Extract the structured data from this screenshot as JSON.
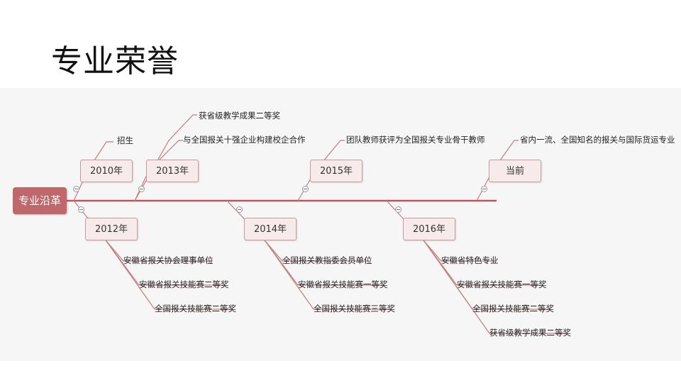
{
  "page": {
    "title": "专业荣誉"
  },
  "diagram": {
    "root": "专业沿革",
    "branches": [
      {
        "year": "2010年",
        "items": [
          "招生"
        ]
      },
      {
        "year": "2012年",
        "items": [
          "安徽省报关协会理事单位",
          "安徽省报关技能赛二等奖",
          "全国报关技能赛二等奖"
        ]
      },
      {
        "year": "2013年",
        "items": [
          "获省级教学成果二等奖",
          "与全国报关十强企业构建校企合作"
        ]
      },
      {
        "year": "2014年",
        "items": [
          "全国报关教指委会员单位",
          "安徽省报关技能赛一等奖",
          "全国报关技能赛三等奖"
        ]
      },
      {
        "year": "2015年",
        "items": [
          "团队教师获评为全国报关专业骨干教师"
        ]
      },
      {
        "year": "2016年",
        "items": [
          "安徽省特色专业",
          "安徽省报关技能赛一等奖",
          "全国报关技能赛二等奖",
          "获省级教学成果二等奖"
        ]
      },
      {
        "year": "当前",
        "items": [
          "省内一流、全国知名的报关与国际货运专业"
        ]
      }
    ]
  }
}
